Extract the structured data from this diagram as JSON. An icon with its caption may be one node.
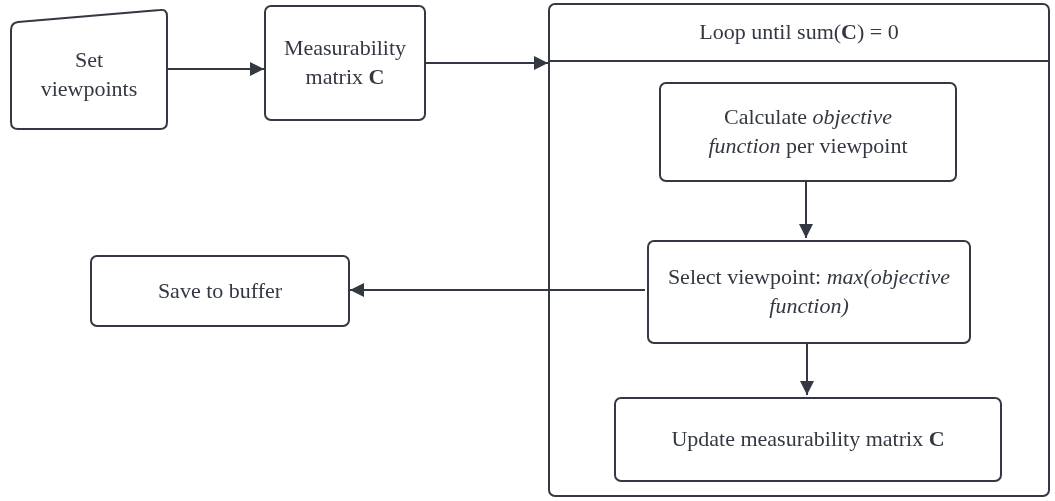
{
  "diagram": {
    "nodes": [
      {
        "text": [
          "Set viewpoints"
        ]
      },
      {
        "text": [
          "Measurability matrix **C**"
        ]
      },
      {
        "text": [
          "Loop until sum(**C**) = 0"
        ]
      },
      {
        "text": [
          "Calculate *objective function* per viewpoint"
        ],
        "in": 2
      },
      {
        "text": [
          "Select viewpoint: *max(objective function)*"
        ],
        "in": 2
      },
      {
        "text": [
          "Update measurability matrix **C**"
        ],
        "in": 2
      },
      {
        "text": [
          "Save to buffer"
        ]
      }
    ],
    "edges": [
      {
        "from": 0,
        "to": 1,
        "arrow": "to"
      },
      {
        "from": 1,
        "to": 2,
        "arrow": "to"
      },
      {
        "from": 3,
        "to": 4,
        "arrow": "to"
      },
      {
        "from": 4,
        "to": 5,
        "arrow": "to"
      },
      {
        "from": 4,
        "to": 6,
        "arrow": "to"
      }
    ]
  }
}
